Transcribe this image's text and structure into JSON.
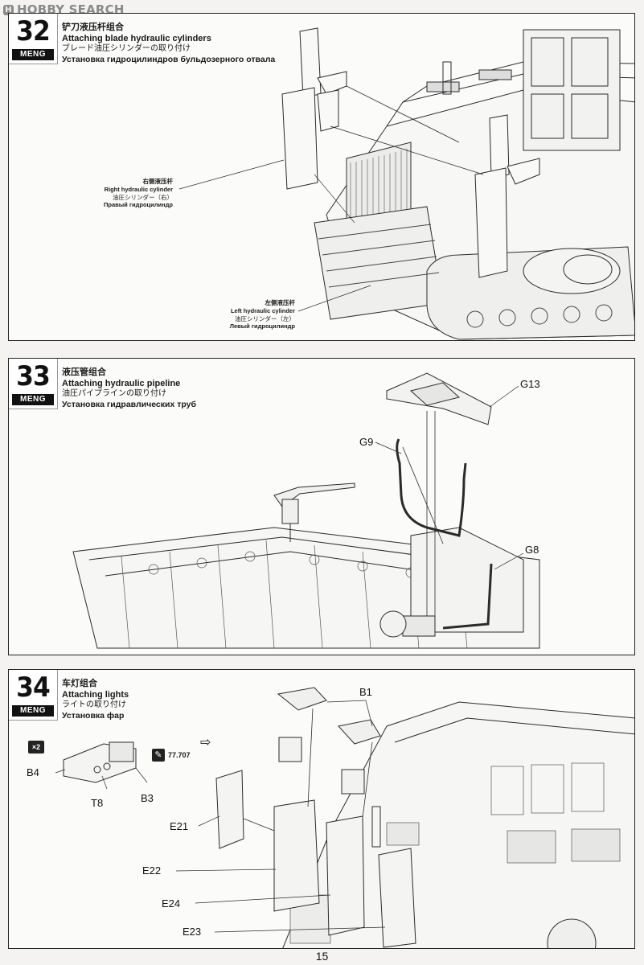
{
  "watermark": {
    "logo_glyph": "H",
    "text": "HOBBY SEARCH"
  },
  "brand": "MENG",
  "steps": {
    "s32": {
      "number": "32",
      "title_zh": "铲刀液压杆组合",
      "title_en": "Attaching blade hydraulic cylinders",
      "title_ja": "ブレード油圧シリンダーの取り付け",
      "title_ru": "Установка гидроцилиндров бульдозерного отвала",
      "right_callout": {
        "zh": "右侧液压杆",
        "en": "Right hydraulic cylinder",
        "ja": "油圧シリンダー（右）",
        "ru": "Правый гидроцилиндр"
      },
      "left_callout": {
        "zh": "左侧液压杆",
        "en": "Left hydraulic cylinder",
        "ja": "油圧シリンダー（左）",
        "ru": "Левый гидроцилиндр"
      }
    },
    "s33": {
      "number": "33",
      "title_zh": "液压管组合",
      "title_en": "Attaching hydraulic pipeline",
      "title_ja": "油圧パイプラインの取り付け",
      "title_ru": "Установка гидравлических труб",
      "parts": {
        "g13": "G13",
        "g9": "G9",
        "g8": "G8"
      }
    },
    "s34": {
      "number": "34",
      "title_zh": "车灯组合",
      "title_en": "Attaching lights",
      "title_ja": "ライトの取り付け",
      "title_ru": "Установка фар",
      "quantity": "×2",
      "paint_code": "77.707",
      "arrow_glyph": "⇨",
      "parts": {
        "b1": "B1",
        "b4": "B4",
        "t8": "T8",
        "b3": "B3",
        "e21": "E21",
        "e22": "E22",
        "e24": "E24",
        "e23": "E23"
      }
    }
  },
  "page_number": "15",
  "colors": {
    "line": "#2b2b2b",
    "paper": "#f4f3f1",
    "badge": "#111111"
  }
}
